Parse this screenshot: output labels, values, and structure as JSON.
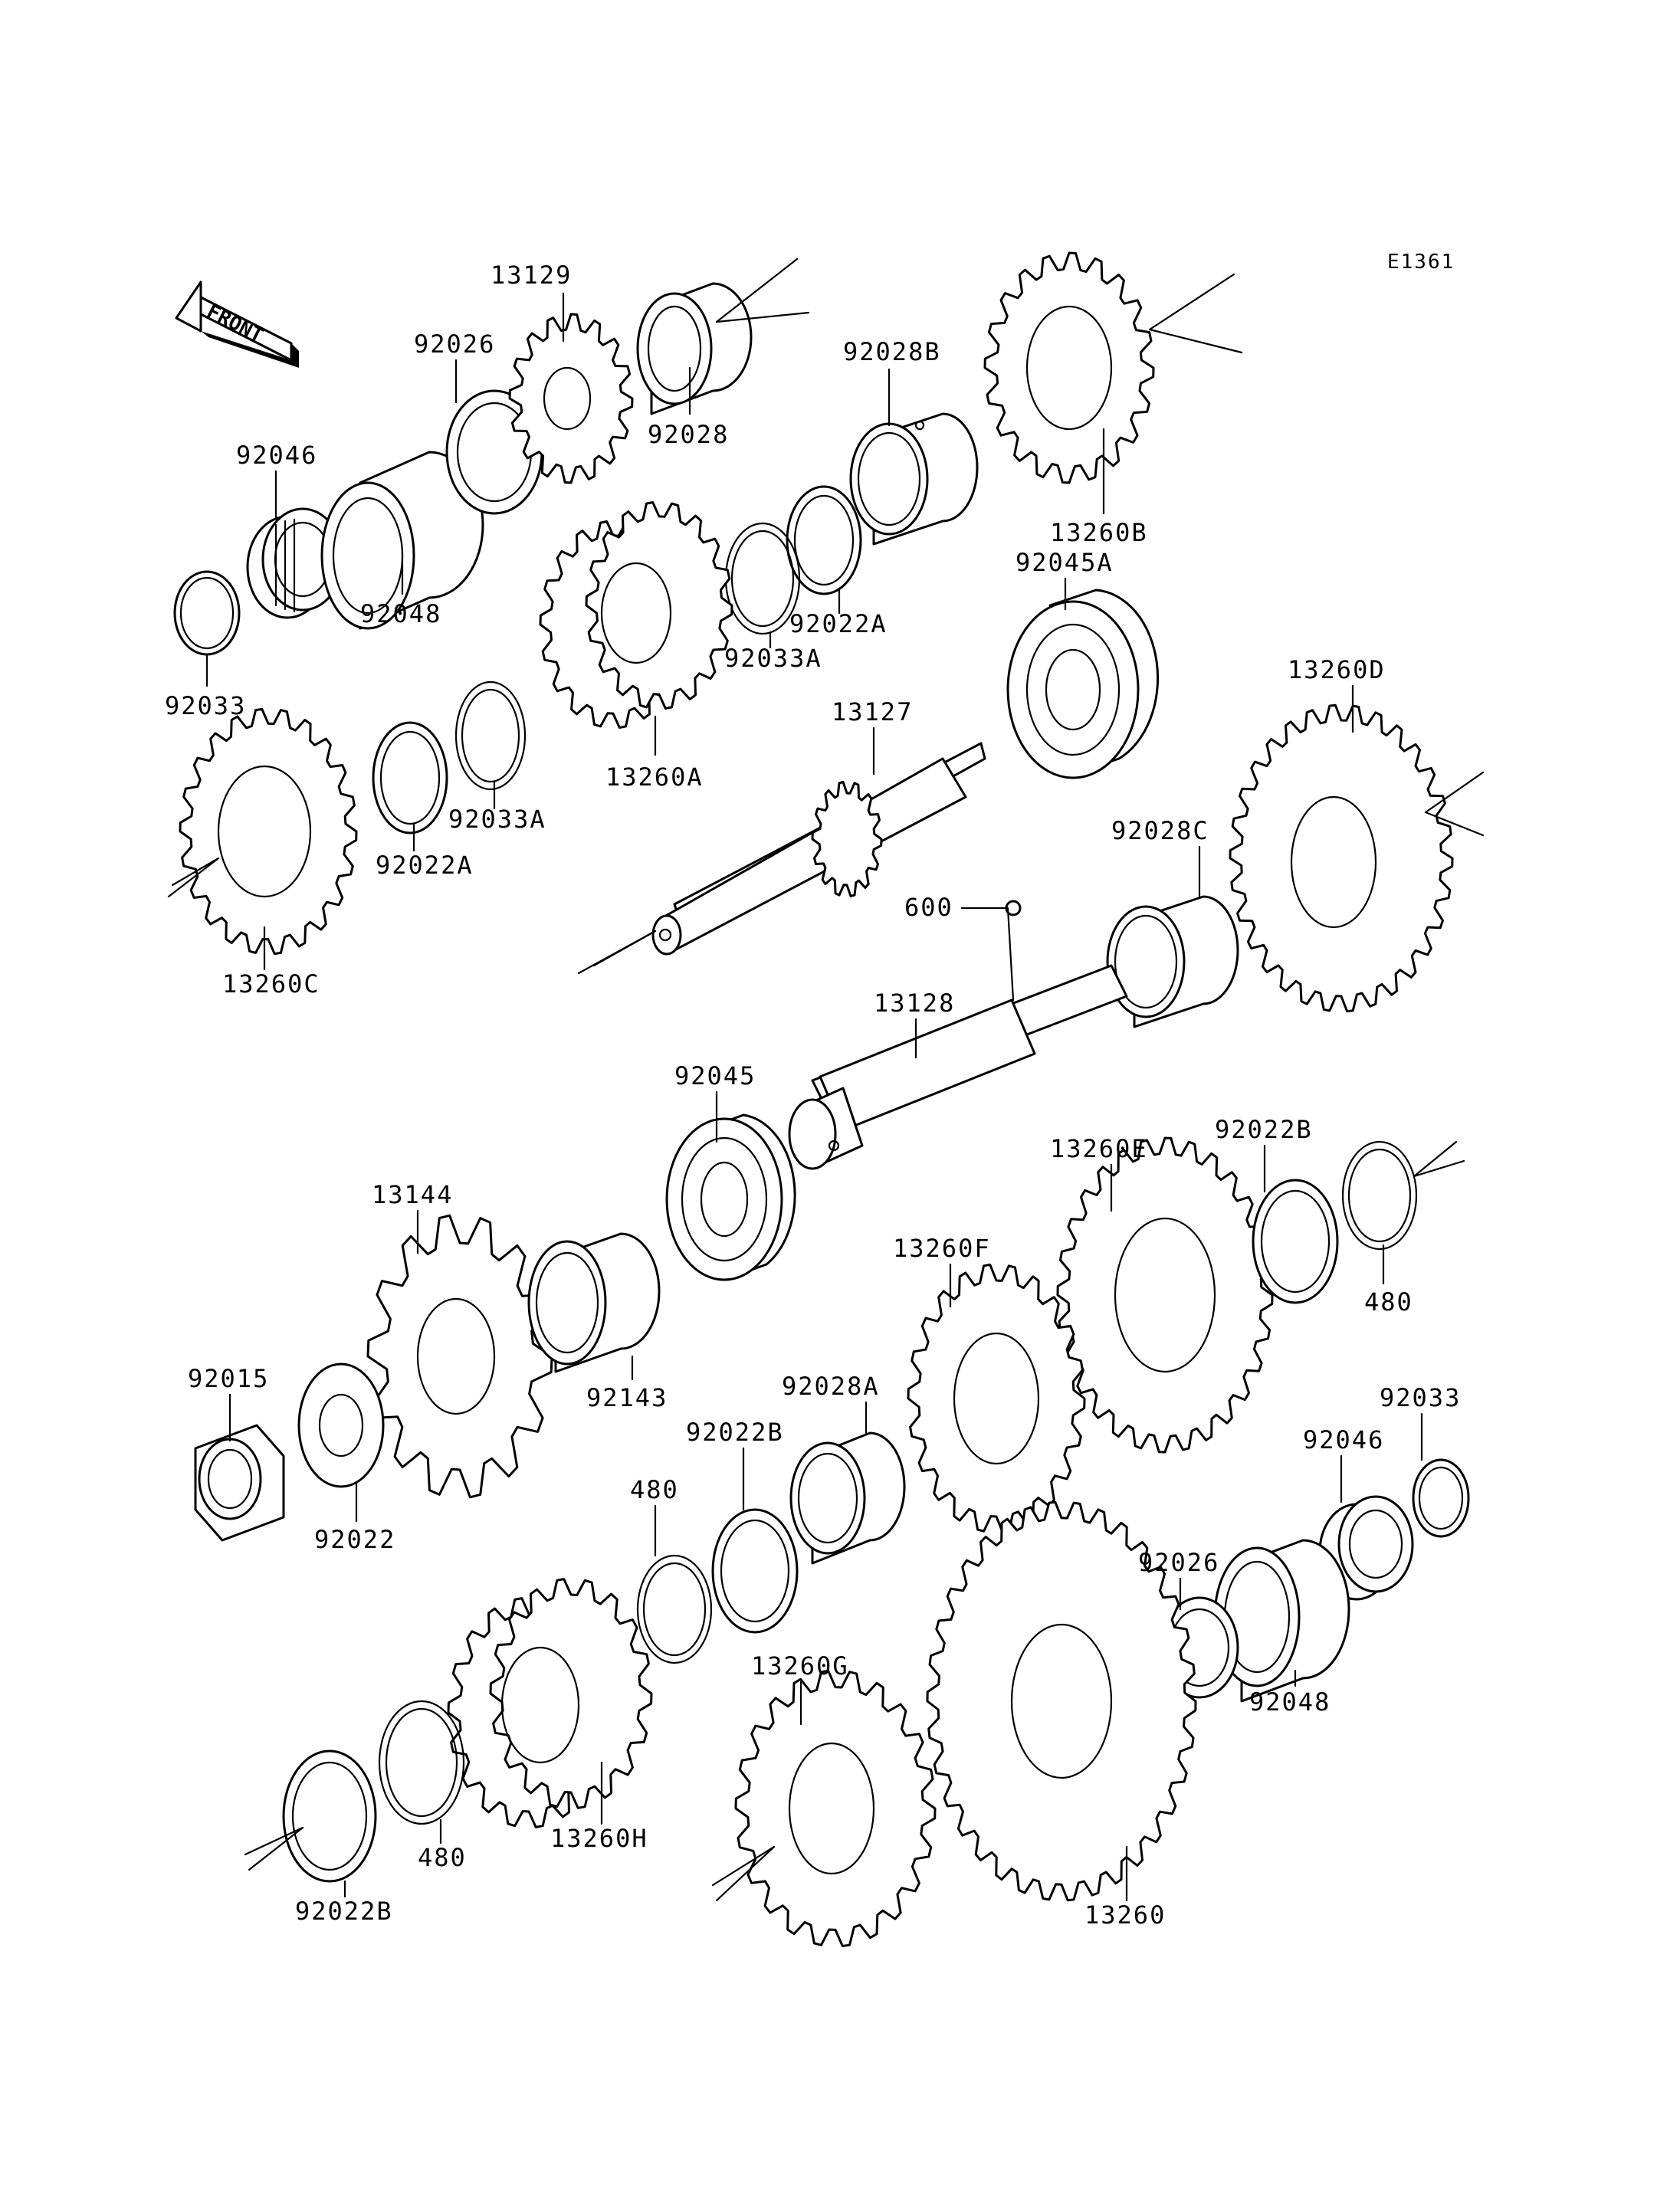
{
  "diagram": {
    "code": "E1361",
    "front_label": "FRONT"
  },
  "labels": {
    "p13129": "13129",
    "p92026_top": "92026",
    "p92028": "92028",
    "p92046_top": "92046",
    "p92048_top": "92048",
    "p92033_top": "92033",
    "p92028B": "92028B",
    "p13260B": "13260B",
    "p92022A_top": "92022A",
    "p92033A_top": "92033A",
    "p13260A": "13260A",
    "p92045A": "92045A",
    "p13127": "13127",
    "p13260D": "13260D",
    "p92033A_mid": "92033A",
    "p92022A_mid": "92022A",
    "p13260C": "13260C",
    "p92028C": "92028C",
    "p600": "600",
    "p13128": "13128",
    "p92045": "92045",
    "p13144": "13144",
    "p13260E": "13260E",
    "p92022B_right": "92022B",
    "p480_right": "480",
    "p13260F": "13260F",
    "p92143": "92143",
    "p92015": "92015",
    "p92022": "92022",
    "p92028A": "92028A",
    "p92022B_mid": "92022B",
    "p480_mid": "480",
    "p92033_bottom": "92033",
    "p92046_bottom": "92046",
    "p92026_bottom": "92026",
    "p92048_bottom": "92048",
    "p13260G": "13260G",
    "p13260H": "13260H",
    "p480_bottom": "480",
    "p92022B_bottom": "92022B",
    "p13260": "13260"
  }
}
